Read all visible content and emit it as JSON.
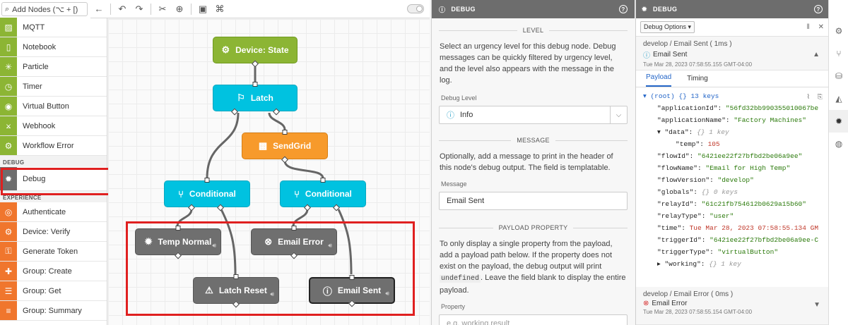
{
  "palette": {
    "search_placeholder": "Add Nodes (⌥ + [)",
    "items_top": [
      {
        "label": "MQTT",
        "icon": "mqtt-icon",
        "glyph": "▨"
      },
      {
        "label": "Notebook",
        "icon": "notebook-icon",
        "glyph": "▯"
      },
      {
        "label": "Particle",
        "icon": "particle-icon",
        "glyph": "✳"
      },
      {
        "label": "Timer",
        "icon": "timer-icon",
        "glyph": "◷"
      },
      {
        "label": "Virtual Button",
        "icon": "virtual-button-icon",
        "glyph": "◉"
      },
      {
        "label": "Webhook",
        "icon": "webhook-icon",
        "glyph": "⨲"
      },
      {
        "label": "Workflow Error",
        "icon": "workflow-error-icon",
        "glyph": "⚙"
      }
    ],
    "cat_debug": "DEBUG",
    "debug_item": {
      "label": "Debug",
      "icon": "debug-bug-icon",
      "glyph": "✹"
    },
    "cat_experience": "EXPERIENCE",
    "items_exp": [
      {
        "label": "Authenticate",
        "icon": "authenticate-icon",
        "glyph": "◎"
      },
      {
        "label": "Device: Verify",
        "icon": "device-verify-icon",
        "glyph": "⚙"
      },
      {
        "label": "Generate Token",
        "icon": "token-key-icon",
        "glyph": "⚿"
      },
      {
        "label": "Group: Create",
        "icon": "group-create-icon",
        "glyph": "✚"
      },
      {
        "label": "Group: Get",
        "icon": "group-get-icon",
        "glyph": "☰"
      },
      {
        "label": "Group: Summary",
        "icon": "group-summary-icon",
        "glyph": "≡"
      }
    ]
  },
  "toolbar": {
    "undo": "↶",
    "redo": "↷",
    "cut": "✂",
    "zoom": "⊕",
    "comment": "▣",
    "template": "⌘",
    "back": "←"
  },
  "nodes": {
    "device_state": {
      "label": "Device: State",
      "glyph": "⚙"
    },
    "latch": {
      "label": "Latch",
      "glyph": "⚐"
    },
    "sendgrid": {
      "label": "SendGrid",
      "glyph": "▩"
    },
    "conditional_1": {
      "label": "Conditional",
      "glyph": "⑂"
    },
    "conditional_2": {
      "label": "Conditional",
      "glyph": "⑂"
    },
    "temp_normal": {
      "label": "Temp Normal",
      "glyph": "✹"
    },
    "email_error": {
      "label": "Email Error",
      "glyph": "⊗"
    },
    "latch_reset": {
      "label": "Latch Reset",
      "glyph": "⚠"
    },
    "email_sent": {
      "label": "Email Sent",
      "glyph": "ⓘ"
    }
  },
  "settings": {
    "header": "DEBUG",
    "sec_level": "LEVEL",
    "level_text": "Select an urgency level for this debug node. Debug messages can be quickly filtered by urgency level, and the level also appears with the message in the log.",
    "level_label": "Debug Level",
    "level_value": "Info",
    "sec_message": "MESSAGE",
    "message_text": "Optionally, add a message to print in the header of this node's debug output. The field is templatable.",
    "message_label": "Message",
    "message_value": "Email Sent",
    "sec_payload": "PAYLOAD PROPERTY",
    "payload_text_a": "To only display a single property from the payload, add a payload path below. If the property does not exist on the payload, the debug output will print",
    "payload_code": "undefined",
    "payload_text_b": ". Leave the field blank to display the entire payload.",
    "property_label": "Property",
    "property_placeholder": "e.g. working.result"
  },
  "output": {
    "header": "DEBUG",
    "options_btn": "Debug Options ▾",
    "entry1": {
      "path": "develop / Email Sent ( 1ms )",
      "title": "Email Sent",
      "time": "Tue Mar 28, 2023 07:58:55.155 GMT-04:00"
    },
    "tab_payload": "Payload",
    "tab_timing": "Timing",
    "json": {
      "root": "▾ (root)  {}  13 keys",
      "applicationId_k": "\"applicationId\": ",
      "applicationId_v": "\"56fd32bb990355010067be",
      "applicationName_k": "\"applicationName\": ",
      "applicationName_v": "\"Factory Machines\"",
      "data_k": "▾ \"data\": ",
      "data_m": "{}  1 key",
      "temp_k": "\"temp\": ",
      "temp_v": "105",
      "flowId_k": "\"flowId\": ",
      "flowId_v": "\"6421ee22f27bfbd2be06a9ee\"",
      "flowName_k": "\"flowName\": ",
      "flowName_v": "\"Email for High Temp\"",
      "flowVersion_k": "\"flowVersion\": ",
      "flowVersion_v": "\"develop\"",
      "globals_k": "\"globals\": ",
      "globals_m": "{}  0 keys",
      "relayId_k": "\"relayId\": ",
      "relayId_v": "\"61c21fb754612b0629a15b60\"",
      "relayType_k": "\"relayType\": ",
      "relayType_v": "\"user\"",
      "time_k": "\"time\": ",
      "time_v": "Tue Mar 28, 2023 07:58:55.134 GM",
      "triggerId_k": "\"triggerId\": ",
      "triggerId_v": "\"6421ee22f27bfbd2be06a9ee-C",
      "triggerType_k": "\"triggerType\": ",
      "triggerType_v": "\"virtualButton\"",
      "working_k": "▸ \"working\": ",
      "working_m": "{}  1 key"
    },
    "entry2": {
      "path": "develop / Email Error ( 0ms )",
      "title": "Email Error",
      "time": "Tue Mar 28, 2023 07:58:55.154 GMT-04:00"
    }
  },
  "colors": {
    "accent": "#2466c8",
    "highlight": "#e02020",
    "node_green": "#8cb534",
    "node_cyan": "#00c2e0",
    "node_orange": "#f79a2b",
    "node_gray": "#6f6f6f"
  }
}
